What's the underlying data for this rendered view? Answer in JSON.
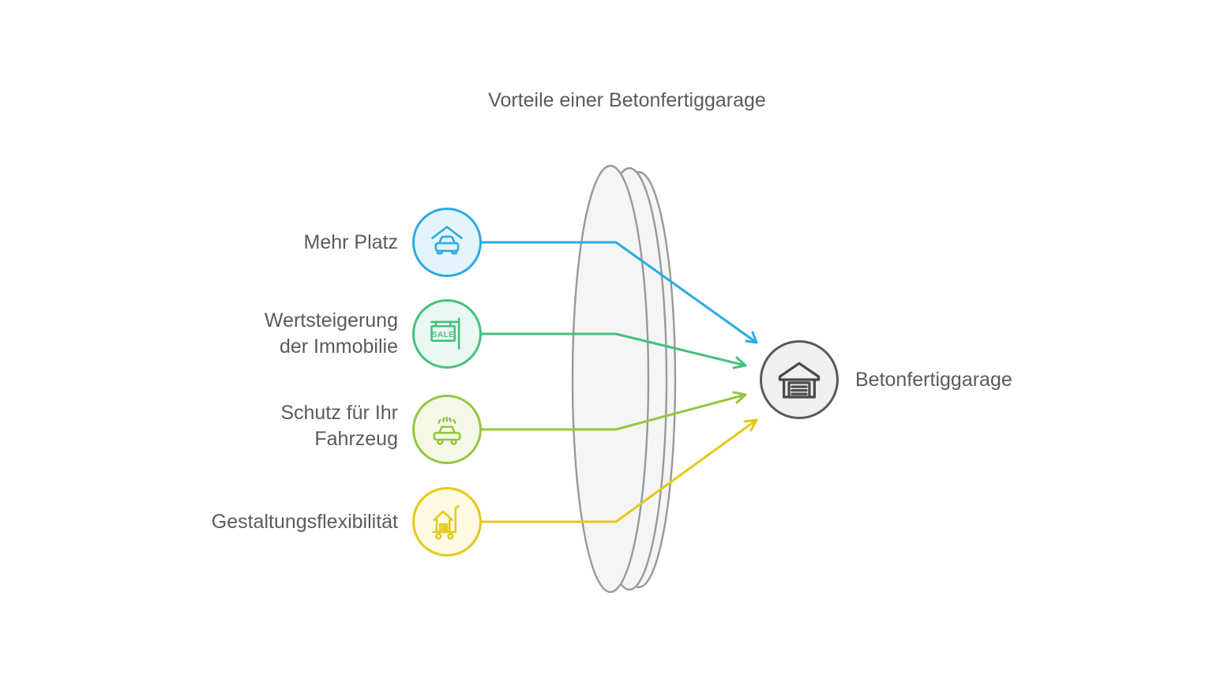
{
  "title": "Vorteile einer Betonfertiggarage",
  "benefits": [
    {
      "lines": [
        "Mehr Platz"
      ],
      "icon": "carport-car-icon",
      "color": "#2caae1",
      "fill": "#e4f4fc"
    },
    {
      "lines": [
        "Wertsteigerung",
        "der Immobilie"
      ],
      "icon": "sale-sign-icon",
      "color": "#44c17f",
      "fill": "#e9f8f0"
    },
    {
      "lines": [
        "Schutz für Ihr",
        "Fahrzeug"
      ],
      "icon": "car-wash-icon",
      "color": "#94c73e",
      "fill": "#f4f9e7"
    },
    {
      "lines": [
        "Gestaltungsflexibilität"
      ],
      "icon": "house-cart-icon",
      "color": "#e2ca18",
      "fill": "#fdf9e2"
    }
  ],
  "result": {
    "label": "Betonfertiggarage",
    "icon": "garage-icon",
    "color": "#58595b",
    "fill": "#f0f0f0",
    "icon_color": "#4a4a4c"
  },
  "lens": {
    "stroke": "#97999c",
    "fill": "#f5f5f6"
  },
  "sale_sign_text": "SALE",
  "text_color": "#5a5b5e"
}
